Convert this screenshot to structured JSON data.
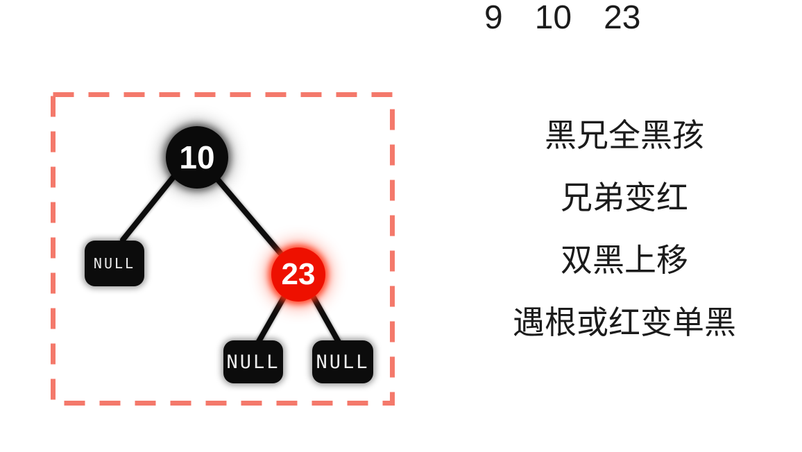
{
  "sequence": {
    "values": [
      "9",
      "10",
      "23"
    ]
  },
  "tree": {
    "root": {
      "label": "10",
      "color_name": "black"
    },
    "right_child": {
      "label": "23",
      "color_name": "red"
    },
    "null_leaves": [
      "NULL",
      "NULL",
      "NULL"
    ]
  },
  "notes": {
    "lines": [
      "黑兄全黑孩",
      "兄弟变红",
      "双黑上移",
      "遇根或红变单黑"
    ]
  },
  "colors": {
    "background": "#ffffff",
    "frame_dashed": "#f4796b",
    "edge": "#0d0d0d",
    "node_black": "#0a0a0a",
    "node_red": "#ee1000",
    "node_text": "#ffffff",
    "body_text": "#1b1b1b"
  }
}
